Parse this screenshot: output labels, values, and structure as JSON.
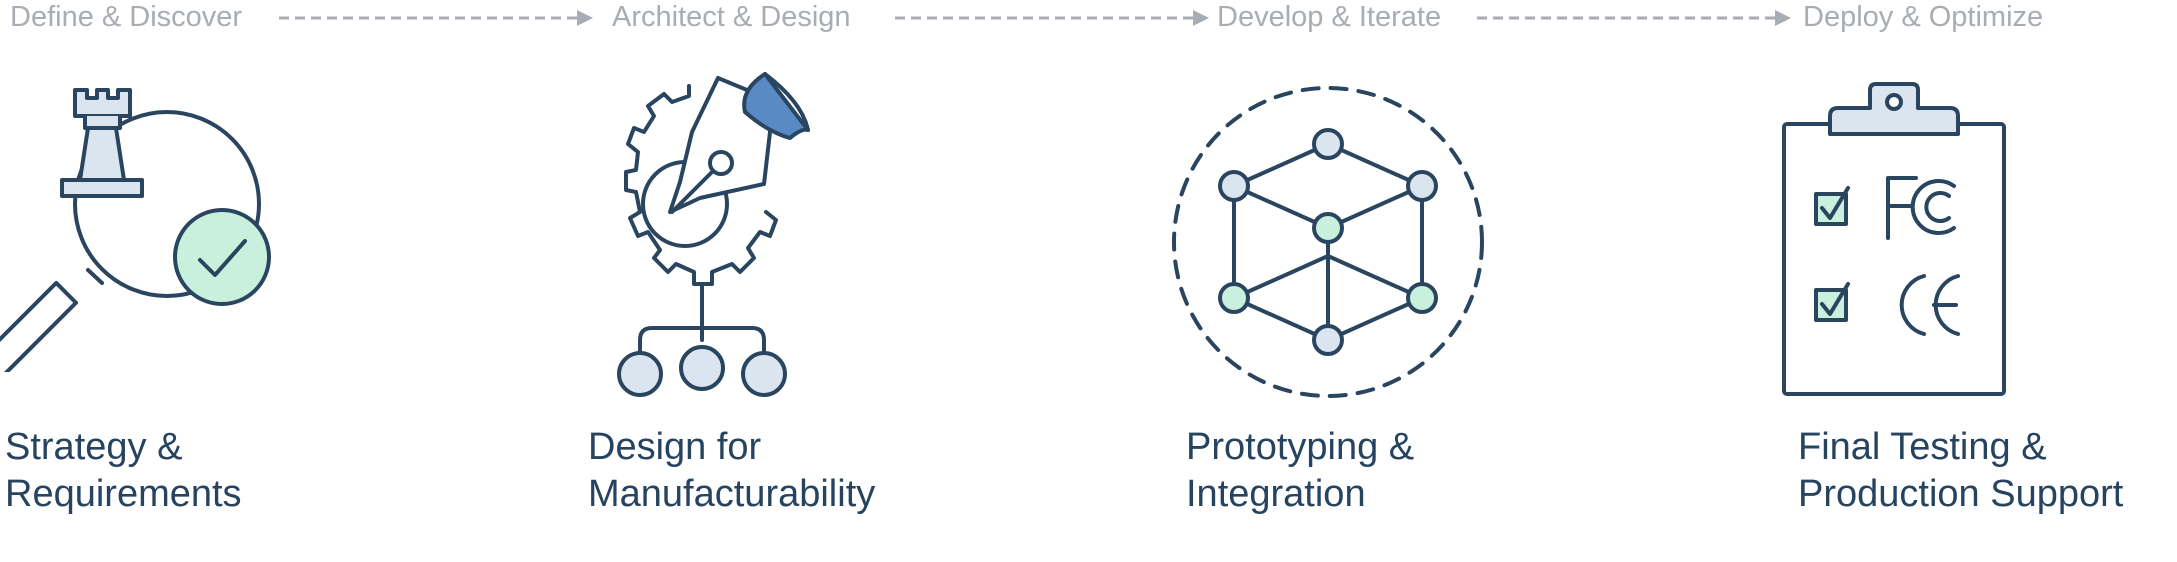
{
  "phases": [
    "Define & Discover",
    "Architect & Design",
    "Develop & Iterate",
    "Deploy & Optimize"
  ],
  "steps": [
    {
      "line1": "Strategy &",
      "line2": "Requirements"
    },
    {
      "line1": "Design for",
      "line2": "Manufacturability"
    },
    {
      "line1": "Prototyping &",
      "line2": "Integration"
    },
    {
      "line1": "Final Testing &",
      "line2": "Production Support"
    }
  ],
  "colors": {
    "stroke": "#2a455f",
    "accent_green": "#c9f0dc",
    "accent_blue": "#5a8ac6",
    "fill_light": "#dbe5ef",
    "phase_text": "#a7adb3",
    "title_text": "#26435f"
  },
  "icons": [
    "chess-rook-magnifier-check-icon",
    "pen-nib-gear-hierarchy-icon",
    "network-cube-icon",
    "clipboard-certification-icon"
  ]
}
